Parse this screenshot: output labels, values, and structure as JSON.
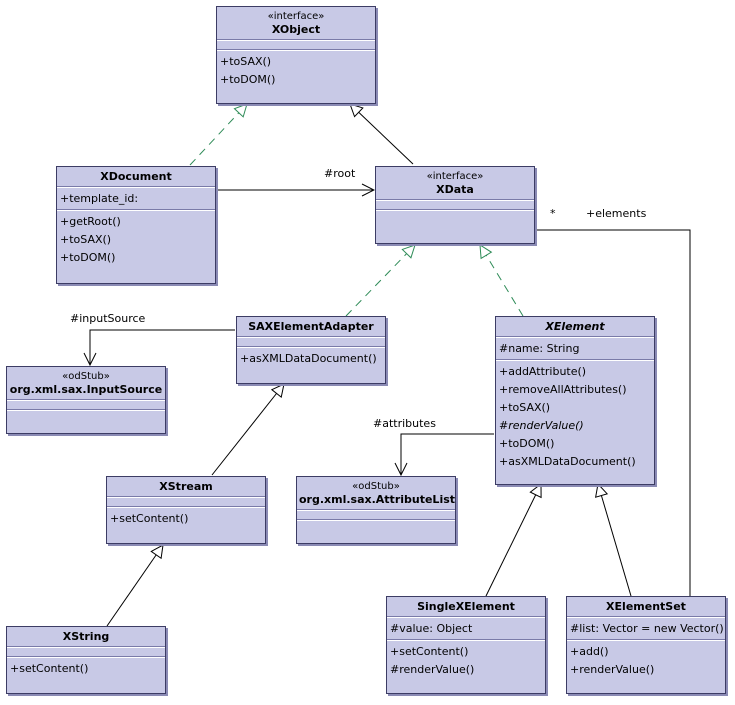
{
  "classes": {
    "xobject": {
      "stereotype": "«interface»",
      "name": "XObject",
      "attributes": [],
      "operations": [
        "+toSAX()",
        "+toDOM()"
      ]
    },
    "xdocument": {
      "stereotype": "",
      "name": "XDocument",
      "attributes": [
        "+template_id:"
      ],
      "operations": [
        "+getRoot()",
        "+toSAX()",
        "+toDOM()"
      ]
    },
    "xdata": {
      "stereotype": "«interface»",
      "name": "XData",
      "attributes": [],
      "operations": []
    },
    "inputsource": {
      "stereotype": "«odStub»",
      "name": "org.xml.sax.InputSource",
      "attributes": [],
      "operations": []
    },
    "saxadapter": {
      "stereotype": "",
      "name": "SAXElementAdapter",
      "attributes": [],
      "operations": [
        "+asXMLDataDocument()"
      ]
    },
    "xelement": {
      "stereotype": "",
      "name": "XElement",
      "attributes": [
        "#name: String"
      ],
      "operations": [
        "+addAttribute()",
        "+removeAllAttributes()",
        "+toSAX()",
        "#renderValue()",
        "+toDOM()",
        "+asXMLDataDocument()"
      ]
    },
    "attributelist": {
      "stereotype": "«odStub»",
      "name": "org.xml.sax.AttributeList",
      "attributes": [],
      "operations": []
    },
    "xstream": {
      "stereotype": "",
      "name": "XStream",
      "attributes": [],
      "operations": [
        "+setContent()"
      ]
    },
    "xstring": {
      "stereotype": "",
      "name": "XString",
      "attributes": [],
      "operations": [
        "+setContent()"
      ]
    },
    "singlexelement": {
      "stereotype": "",
      "name": "SingleXElement",
      "attributes": [
        "#value: Object"
      ],
      "operations": [
        "+setContent()",
        "#renderValue()"
      ]
    },
    "xelementset": {
      "stereotype": "",
      "name": "XElementSet",
      "attributes": [
        "#list: Vector =  new Vector()"
      ],
      "operations": [
        "+add()",
        "+renderValue()"
      ]
    }
  },
  "labels": {
    "root": "#root",
    "input_source": "#inputSource",
    "attributes": "#attributes",
    "multiplicity": "*",
    "elements": "+elements"
  },
  "colors": {
    "box_fill": "#c8c9e6",
    "box_border": "#3c3c64",
    "dependency": "#2e8b57",
    "line": "#000000"
  }
}
